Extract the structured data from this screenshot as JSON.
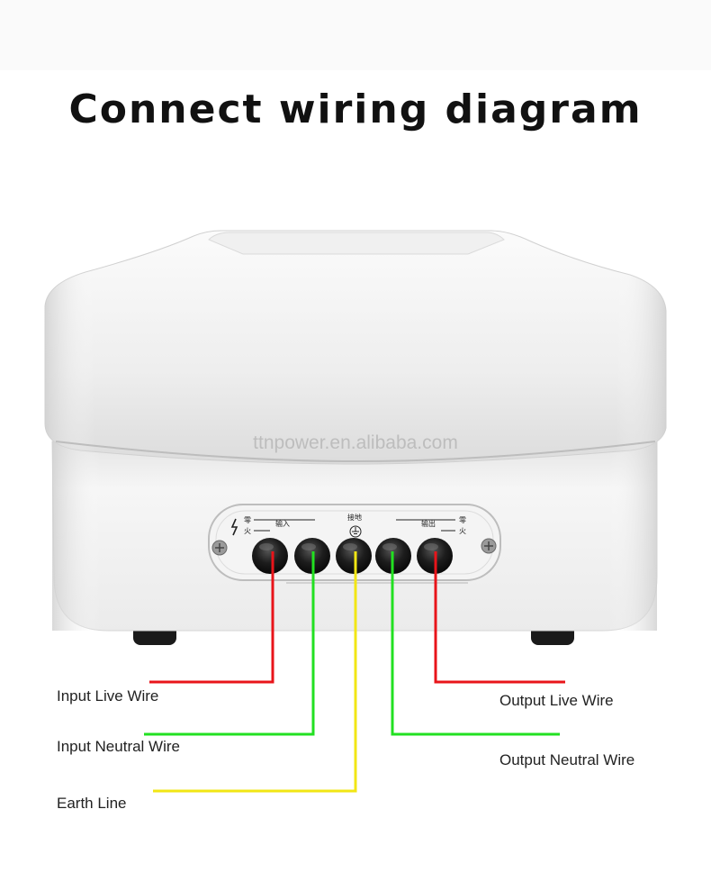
{
  "title": "Connect wiring diagram",
  "watermark": "ttnpower.en.alibaba.com",
  "panel": {
    "input_group": "输入",
    "earth_group": "接地",
    "output_group": "输出",
    "neutral_mark_left": "零",
    "live_mark_left": "火",
    "neutral_mark_right": "零",
    "live_mark_right": "火"
  },
  "labels": {
    "input_live": "Input Live Wire",
    "input_neutral": "Input Neutral Wire",
    "earth": "Earth Line",
    "output_live": "Output Live Wire",
    "output_neutral": "Output Neutral Wire"
  },
  "colors": {
    "live_wire": "#e8141a",
    "neutral_wire": "#22e021",
    "earth_wire": "#f2e614"
  }
}
